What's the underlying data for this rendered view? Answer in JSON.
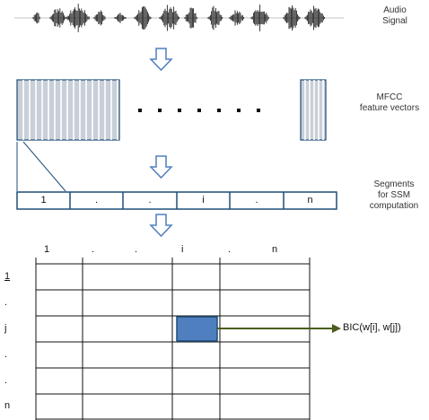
{
  "labels": {
    "audio": [
      "Audio",
      "Signal"
    ],
    "mfcc": [
      "MFCC",
      "feature vectors"
    ],
    "segments": [
      "Segments",
      "for SSM",
      "computation"
    ]
  },
  "segment_cells": [
    "1",
    ".",
    ".",
    "i",
    ".",
    "n"
  ],
  "matrix": {
    "col_labels": [
      "1",
      ".",
      ".",
      "i",
      ".",
      "n"
    ],
    "row_labels": [
      "1",
      ".",
      "j",
      ".",
      ".",
      "n"
    ]
  },
  "bic_label": "BIC(w[i], w[j])",
  "colors": {
    "stroke": "#1f4e79",
    "mfcc_fill": "#c9cfd8",
    "highlight": "#4f7fbf",
    "arrow_green": "#4a5e1a"
  }
}
